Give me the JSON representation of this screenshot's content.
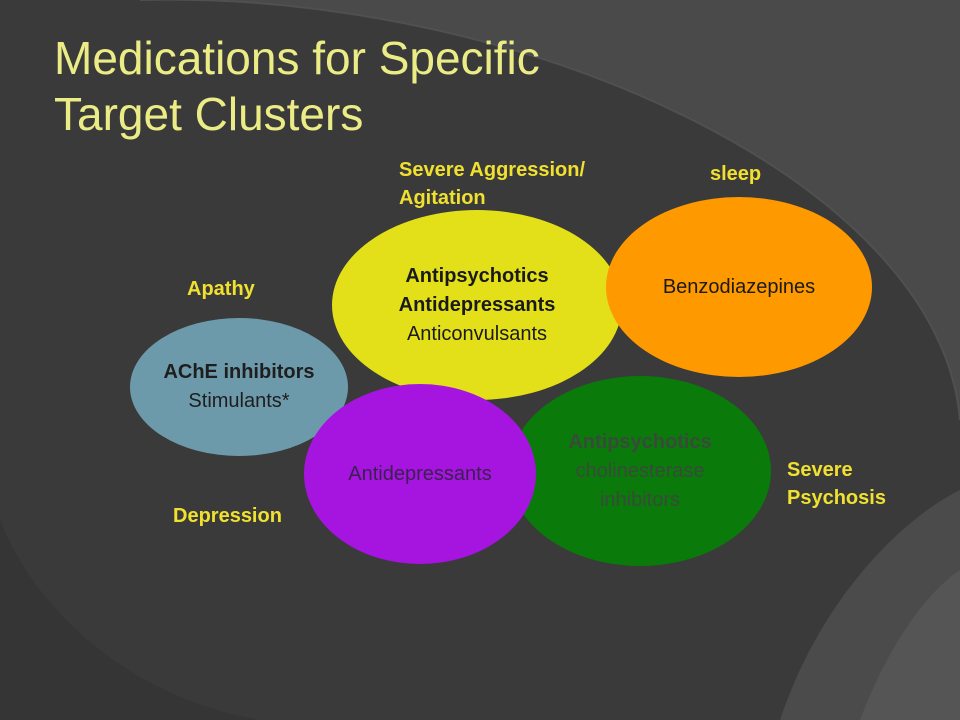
{
  "title": {
    "line1": "Medications for Specific",
    "line2": "Target Clusters"
  },
  "clusters": {
    "aggression": {
      "line1": "Severe Aggression/",
      "line2": "Agitation"
    },
    "sleep": "sleep",
    "apathy": "Apathy",
    "depression": "Depression",
    "psychosis": {
      "line1": "Severe",
      "line2": "Psychosis"
    }
  },
  "ovals": {
    "yellow": {
      "color": "#e3e01a",
      "lines": [
        "Antipsychotics",
        "Antidepressants",
        "Anticonvulsants"
      ]
    },
    "orange": {
      "color": "#ff9900",
      "lines": [
        "Benzodiazepines"
      ]
    },
    "blue": {
      "color": "#6d9aab",
      "lines": [
        "AChE inhibitors",
        "Stimulants*"
      ]
    },
    "green": {
      "color": "#0a7a0a",
      "lines": [
        "Antipsychotics",
        "cholinesterase",
        "inhibitors"
      ]
    },
    "purple": {
      "color": "#a515df",
      "lines": [
        "Antidepressants"
      ]
    }
  },
  "colors": {
    "background": "#3a3a3a",
    "title": "#ecec86",
    "cluster_label": "#f0e030"
  }
}
